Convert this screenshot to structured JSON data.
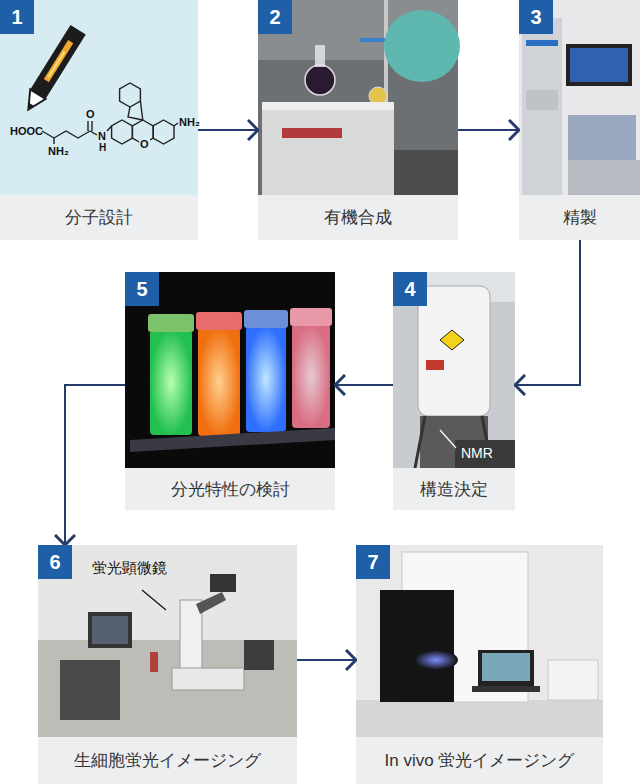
{
  "diagram": {
    "nodes": [
      {
        "text": [
          "1",
          "分子設計"
        ]
      },
      {
        "text": [
          "2",
          "有機合成"
        ]
      },
      {
        "text": [
          "3",
          "精製"
        ]
      },
      {
        "text": [
          "4",
          "構造決定"
        ]
      },
      {
        "text": [
          "5",
          "分光特性の検討"
        ]
      },
      {
        "text": [
          "6",
          "生細胞蛍光イメージング"
        ]
      },
      {
        "text": [
          "7",
          "In vivo 蛍光イメージング"
        ]
      }
    ],
    "edges": [
      {
        "from": 0,
        "to": 1,
        "arrow": "to"
      },
      {
        "from": 1,
        "to": 2,
        "arrow": "to"
      },
      {
        "from": 2,
        "to": 3,
        "arrow": "to"
      },
      {
        "from": 3,
        "to": 4,
        "arrow": "to"
      },
      {
        "from": 4,
        "to": 5,
        "arrow": "to"
      },
      {
        "from": 5,
        "to": 6,
        "arrow": "to"
      }
    ],
    "labels": [
      "HOOC",
      "NH₂",
      "O",
      "N",
      "H",
      "O",
      "NH₂",
      "NMR",
      "蛍光顕微鏡"
    ]
  }
}
